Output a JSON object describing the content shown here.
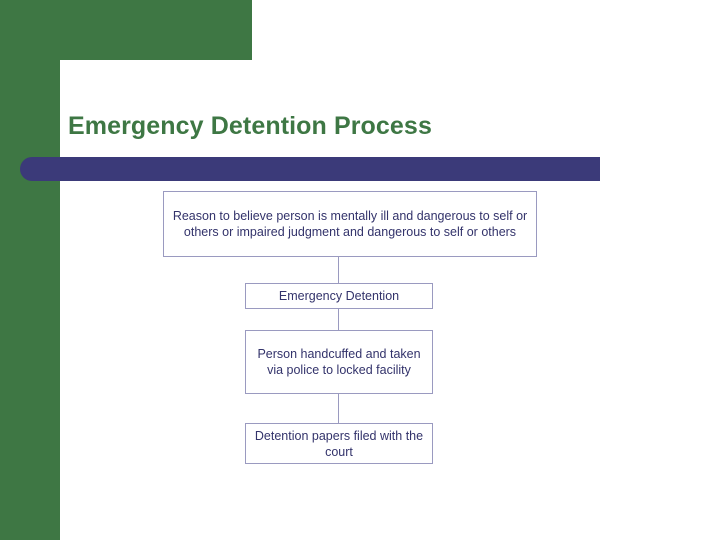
{
  "slide": {
    "title": "Emergency Detention Process",
    "colors": {
      "green": "#3e7744",
      "purple_bar": "#3b3a79",
      "node_text": "#33336b",
      "node_border": "#9a9ac0",
      "background": "#ffffff"
    }
  },
  "flowchart": {
    "type": "flowchart",
    "orientation": "vertical",
    "nodes": [
      {
        "id": "node-1",
        "label": "Reason to believe person is mentally ill and dangerous to self or others or impaired judgment and dangerous to self or others"
      },
      {
        "id": "node-2",
        "label": "Emergency Detention"
      },
      {
        "id": "node-3",
        "label": "Person handcuffed and taken via police to locked facility"
      },
      {
        "id": "node-4",
        "label": "Detention papers filed with the court"
      }
    ],
    "connectors": [
      {
        "from": "node-1",
        "to": "node-2"
      },
      {
        "from": "node-2",
        "to": "node-3"
      },
      {
        "from": "node-3",
        "to": "node-4"
      }
    ]
  }
}
